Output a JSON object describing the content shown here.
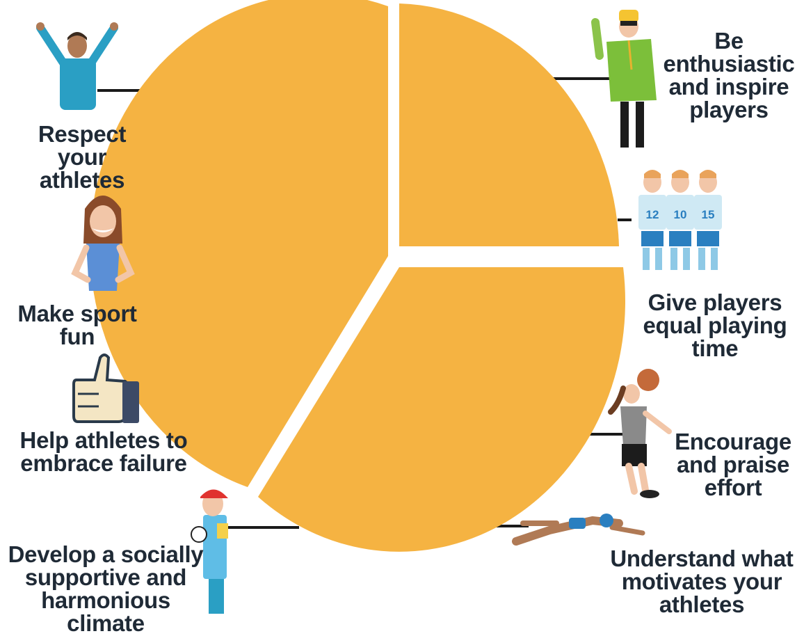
{
  "colors": {
    "slice": "#F5B342",
    "connector": "#1a1a1a",
    "text": "#1f2a36",
    "background": "#ffffff"
  },
  "diagram": {
    "type": "pie-infographic",
    "slices": 3,
    "labels": {
      "respect": "Respect your\nathletes",
      "fun": "Make sport\nfun",
      "failure": "Help athletes to\nembrace failure",
      "climate": "Develop a socially\nsupportive and\nharmonious\nclimate",
      "enthusiastic": "Be\nenthusiastic\nand inspire\nplayers",
      "equal_time": "Give players\nequal playing\ntime",
      "encourage": "Encourage\nand praise\neffort",
      "motivates": "Understand what\nmotivates your\nathletes"
    },
    "jersey_numbers": [
      "12",
      "10",
      "15"
    ],
    "icons": [
      "cheering-person-icon",
      "smiling-woman-icon",
      "thumbs-up-icon",
      "referee-icon",
      "coach-with-whistle-icon",
      "soccer-team-icon",
      "volleyball-player-icon",
      "swimmer-icon"
    ]
  }
}
